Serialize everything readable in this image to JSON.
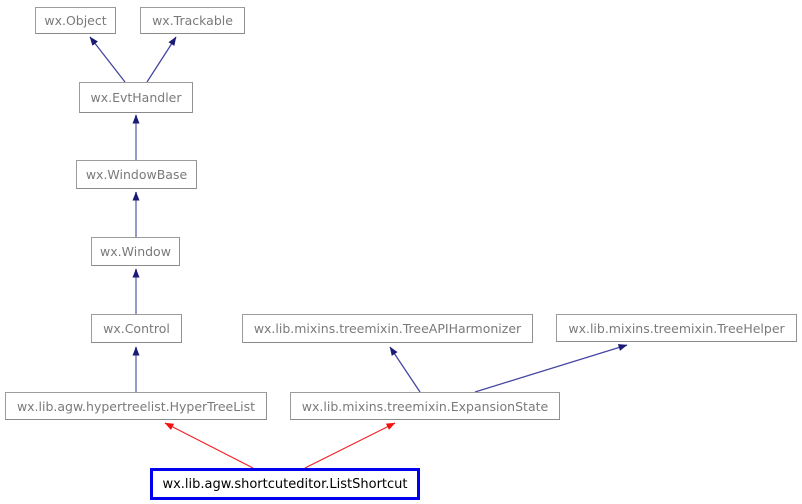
{
  "diagram": {
    "kind": "class-inheritance-graph",
    "colors": {
      "focal_border": "#0000ee",
      "focal_text": "#000000",
      "box_border": "#9c9c9c",
      "box_text": "#7a7a7a",
      "edge_blue": "#4646a3",
      "edge_blue_light": "#9599cb",
      "edge_arrow_blue": "#1b1b75",
      "edge_red": "#f42222"
    },
    "nodes": [
      {
        "label": "wx.Object"
      },
      {
        "label": "wx.Trackable"
      },
      {
        "label": "wx.EvtHandler"
      },
      {
        "label": "wx.WindowBase"
      },
      {
        "label": "wx.Window"
      },
      {
        "label": "wx.Control"
      },
      {
        "label": "wx.lib.agw.hypertreelist.HyperTreeList"
      },
      {
        "label": "wx.lib.mixins.treemixin.TreeAPIHarmonizer"
      },
      {
        "label": "wx.lib.mixins.treemixin.TreeHelper"
      },
      {
        "label": "wx.lib.mixins.treemixin.ExpansionState"
      },
      {
        "label": "wx.lib.agw.shortcuteditor.ListShortcut",
        "focal": true
      }
    ],
    "edges": [
      {
        "from": "wx.EvtHandler",
        "to": "wx.Object",
        "color": "blue"
      },
      {
        "from": "wx.EvtHandler",
        "to": "wx.Trackable",
        "color": "blue"
      },
      {
        "from": "wx.WindowBase",
        "to": "wx.EvtHandler",
        "color": "blue"
      },
      {
        "from": "wx.Window",
        "to": "wx.WindowBase",
        "color": "blue"
      },
      {
        "from": "wx.Control",
        "to": "wx.Window",
        "color": "blue"
      },
      {
        "from": "wx.lib.agw.hypertreelist.HyperTreeList",
        "to": "wx.Control",
        "color": "blue"
      },
      {
        "from": "wx.lib.mixins.treemixin.ExpansionState",
        "to": "wx.lib.mixins.treemixin.TreeAPIHarmonizer",
        "color": "blue"
      },
      {
        "from": "wx.lib.mixins.treemixin.ExpansionState",
        "to": "wx.lib.mixins.treemixin.TreeHelper",
        "color": "blue"
      },
      {
        "from": "wx.lib.agw.shortcuteditor.ListShortcut",
        "to": "wx.lib.agw.hypertreelist.HyperTreeList",
        "color": "red"
      },
      {
        "from": "wx.lib.agw.shortcuteditor.ListShortcut",
        "to": "wx.lib.mixins.treemixin.ExpansionState",
        "color": "red"
      }
    ]
  }
}
